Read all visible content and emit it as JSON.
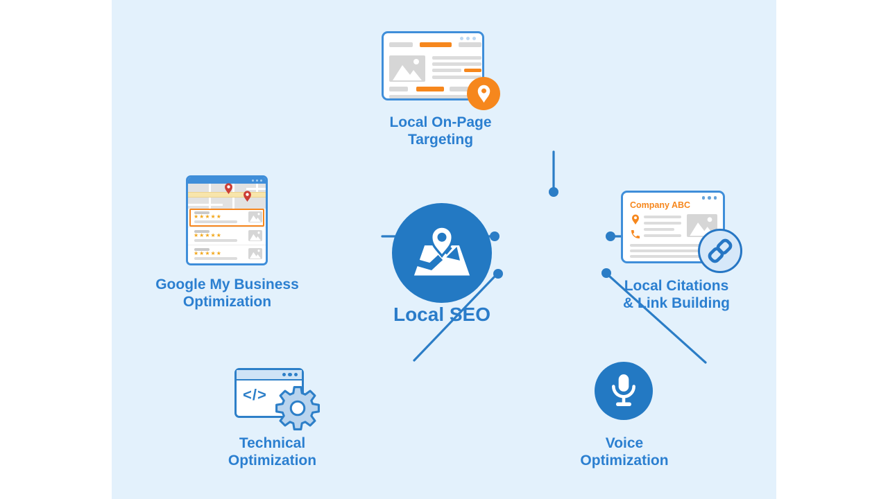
{
  "page": {
    "background": "#ffffff",
    "canvas_background": "#e3f1fc"
  },
  "palette": {
    "primary_blue": "#2379c3",
    "label_blue": "#2b7fd0",
    "card_stroke_blue": "#3f8ed9",
    "dark_stroke_blue": "#2d7fc8",
    "connector_blue": "#2b7dc6",
    "orange": "#f6871d",
    "red_pin": "#cb3d35",
    "star_orange": "#f2a71b",
    "light_blue_fill": "#b9d4ee",
    "link_badge_fill": "#d6e8f9"
  },
  "center": {
    "label": "Local SEO",
    "icon": "map-with-pin-icon"
  },
  "nodes": [
    {
      "id": "local-on-page-targeting",
      "label": "Local On-Page\nTargeting",
      "icon": "webpage-with-location-pin-icon"
    },
    {
      "id": "google-my-business-optimization",
      "label": "Google My Business\nOptimization",
      "icon": "map-listings-card-icon"
    },
    {
      "id": "local-citations-link-building",
      "label": "Local Citations\n& Link Building",
      "icon": "business-listing-with-link-icon",
      "card_title": "Company ABC"
    },
    {
      "id": "technical-optimization",
      "label": "Technical\nOptimization",
      "icon": "code-window-gear-icon",
      "code_text": "</>"
    },
    {
      "id": "voice-optimization",
      "label": "Voice\nOptimization",
      "icon": "microphone-icon"
    }
  ],
  "listing": {
    "stars": "★★★★★"
  }
}
